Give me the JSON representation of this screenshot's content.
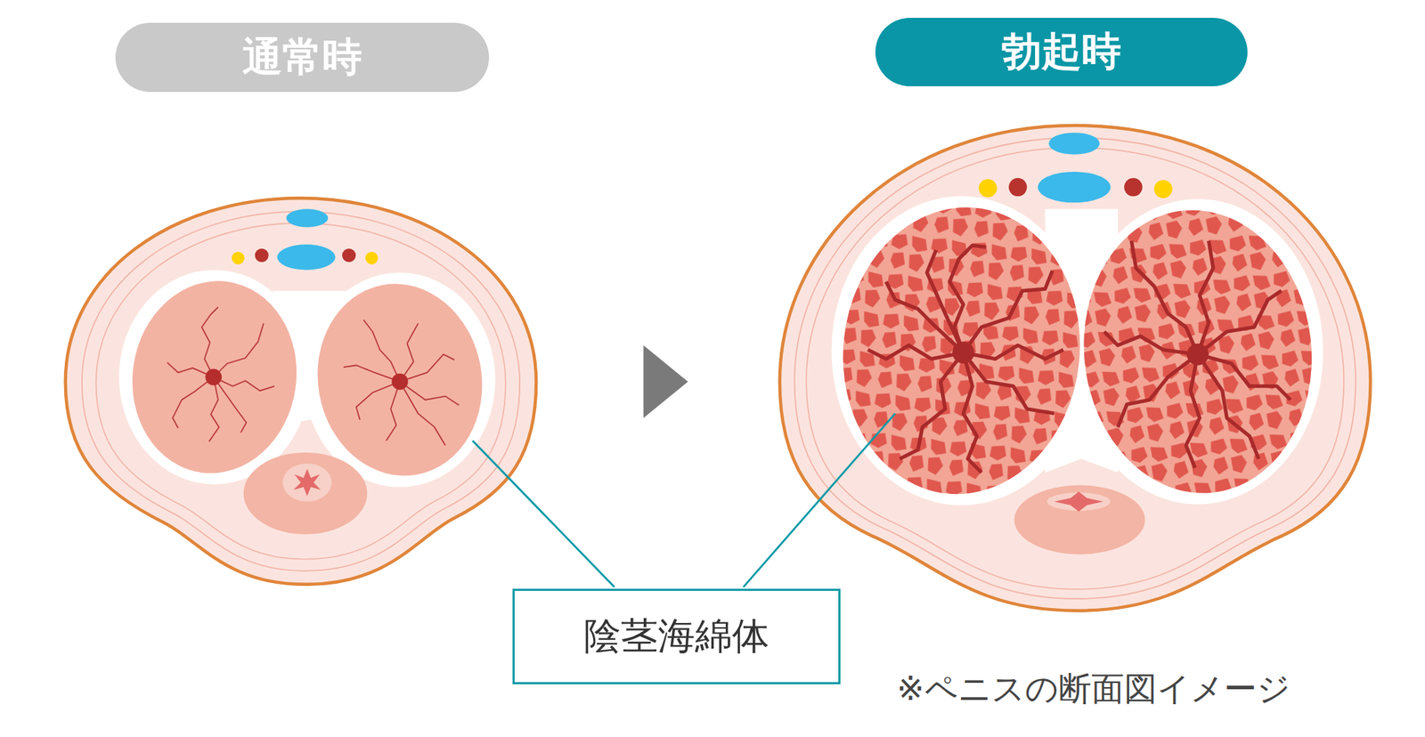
{
  "diagram": {
    "caption": "※ペニスの断面図イメージ",
    "nodes": [
      {
        "text": [
          "通常時"
        ]
      },
      {
        "text": [
          "勃起時"
        ]
      },
      {
        "text": [
          "陰茎海綿体"
        ]
      }
    ]
  }
}
